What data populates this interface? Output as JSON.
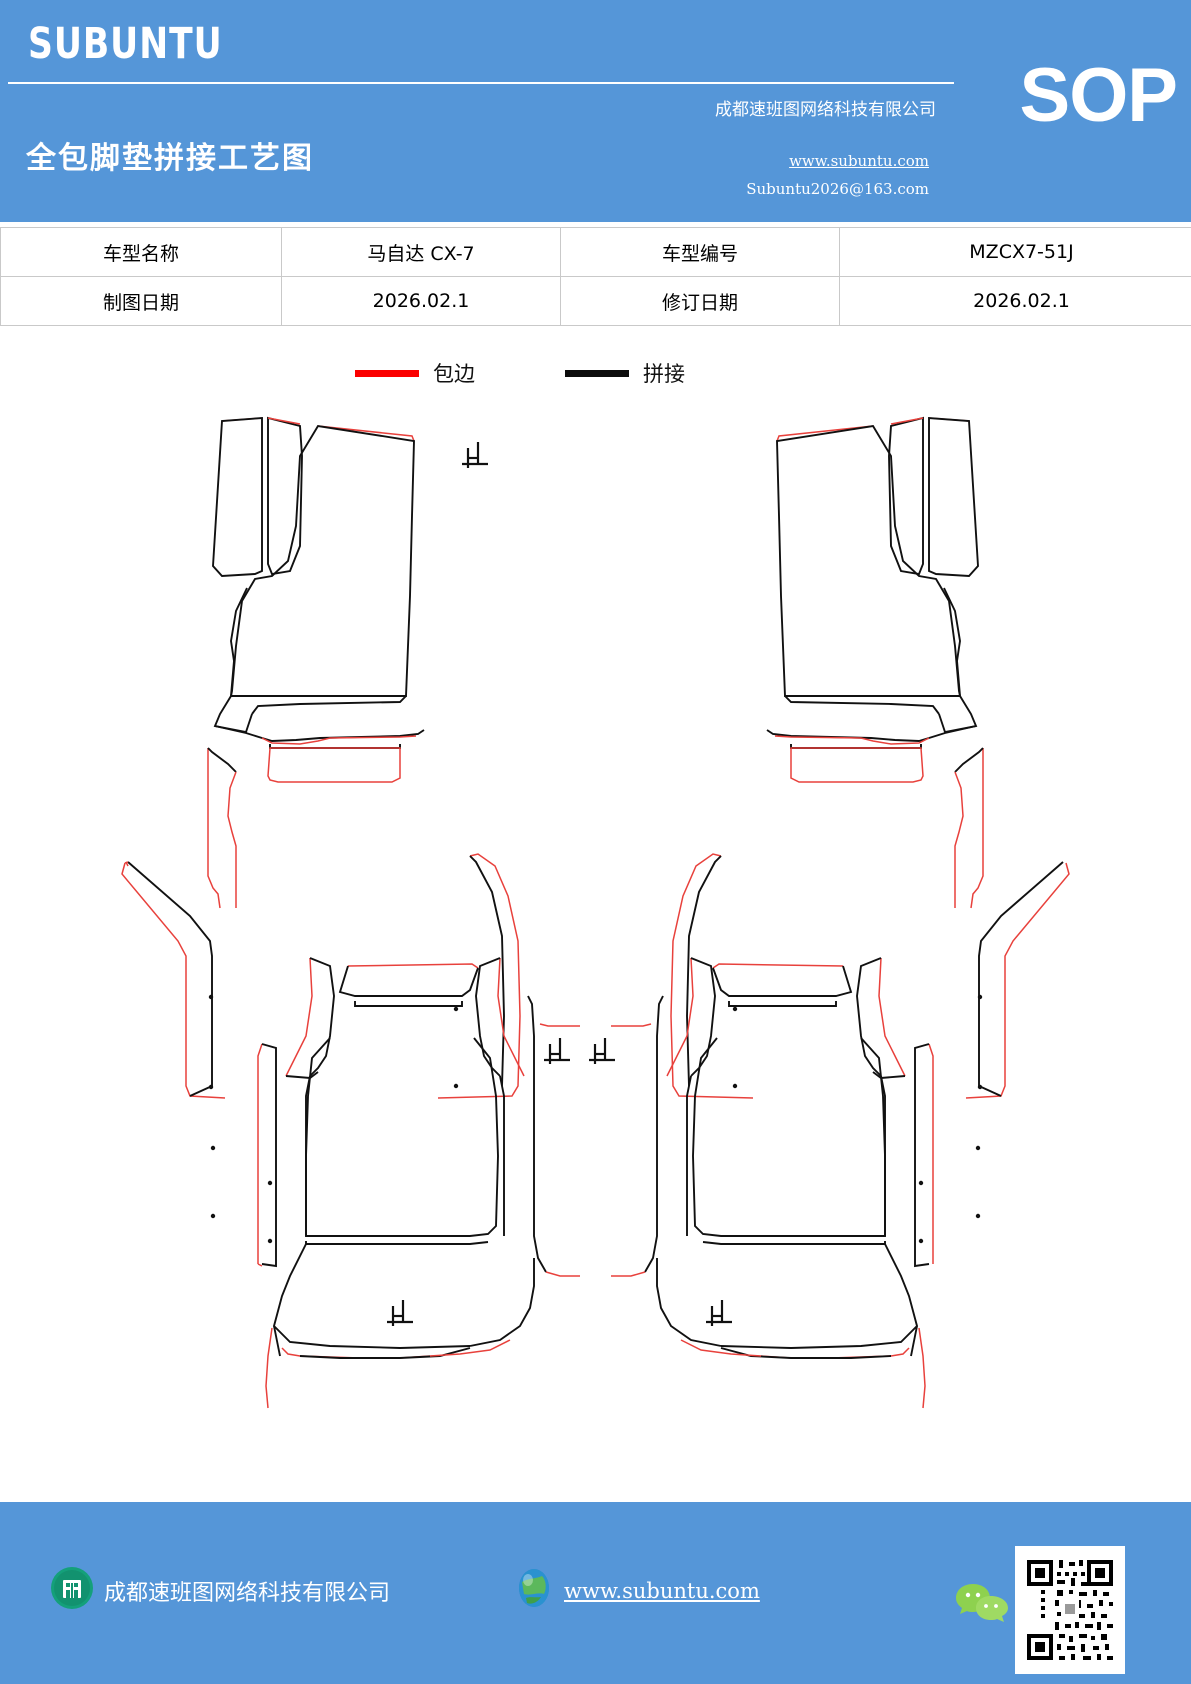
{
  "header": {
    "brand": "SUBUNTU",
    "doc_title": "全包脚垫拼接工艺图",
    "company": "成都速班图网络科技有限公司",
    "url": "www.subuntu.com",
    "email": "Subuntu2026@163.com",
    "badge": "SOP",
    "background_color": "#5596d8"
  },
  "info_table": {
    "rows": [
      {
        "label1": "车型名称",
        "value1": "马自达 CX-7",
        "label2": "车型编号",
        "value2": "MZCX7-51J"
      },
      {
        "label1": "制图日期",
        "value1": "2026.02.1",
        "label2": "修订日期",
        "value2": "2026.02.1"
      }
    ]
  },
  "legend": {
    "items": [
      {
        "label": "包边",
        "color": "#fb0000",
        "icon": "red-line-swatch"
      },
      {
        "label": "拼接",
        "color": "#0c0c0c",
        "icon": "black-line-swatch"
      }
    ]
  },
  "drawing": {
    "title": "全包脚垫拼接工艺图",
    "stop_marker_label": "止",
    "panels": [
      {
        "name": "front-left-mat",
        "position": "top-left"
      },
      {
        "name": "front-right-mat",
        "position": "top-right"
      },
      {
        "name": "rear-left-mat",
        "position": "bottom-left"
      },
      {
        "name": "rear-right-mat",
        "position": "bottom-right"
      }
    ]
  },
  "footer": {
    "company": "成都速班图网络科技有限公司",
    "url": "www.subuntu.com",
    "building_icon": "building-icon",
    "globe_icon": "globe-icon",
    "wechat_icon": "wechat-icon",
    "qr_icon": "qr-code"
  }
}
